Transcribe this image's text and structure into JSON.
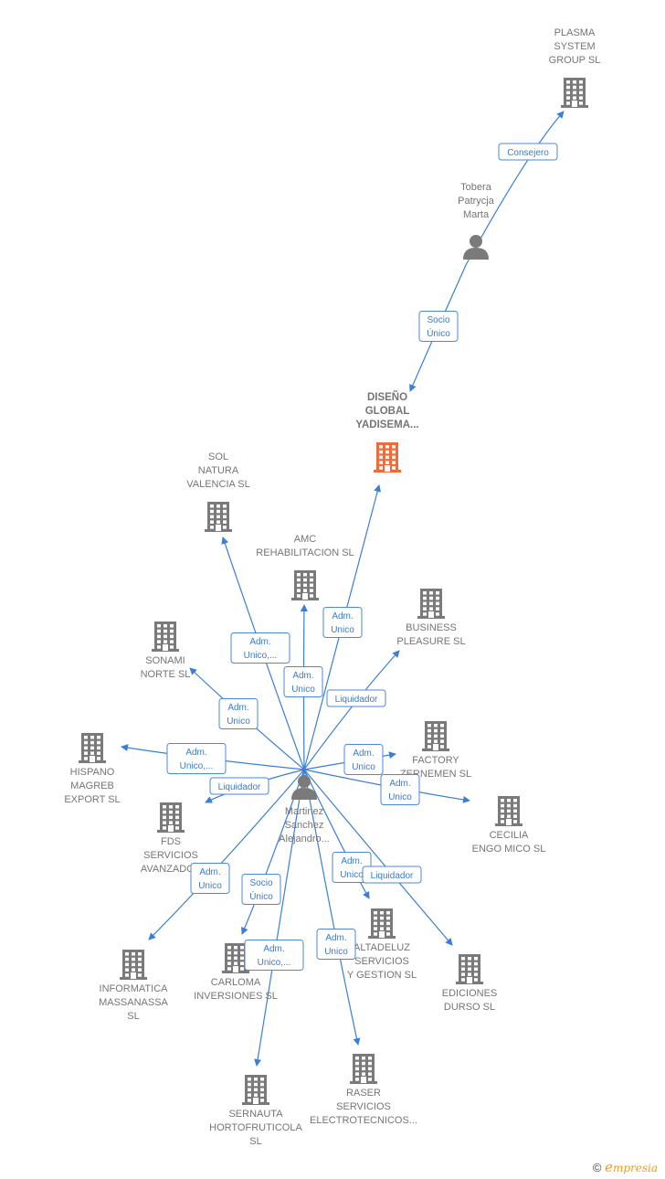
{
  "colors": {
    "edge": "#3a7fd5",
    "building": "#7a7a7a",
    "highlight": "#f26a3a",
    "person": "#7a7a7a"
  },
  "nodes": [
    {
      "id": "plasma",
      "type": "company",
      "lines": [
        "PLASMA",
        "SYSTEM",
        "GROUP SL"
      ]
    },
    {
      "id": "tobera",
      "type": "person",
      "lines": [
        "Tobera",
        "Patrycja",
        "Marta"
      ]
    },
    {
      "id": "diseno",
      "type": "company",
      "main": true,
      "lines": [
        "DISEÑO",
        "GLOBAL",
        "YADISEMA..."
      ]
    },
    {
      "id": "sol",
      "type": "company",
      "lines": [
        "SOL",
        "NATURA",
        "VALENCIA  SL"
      ]
    },
    {
      "id": "amc",
      "type": "company",
      "lines": [
        "AMC",
        "REHABILITACION SL"
      ]
    },
    {
      "id": "business",
      "type": "company",
      "lines": [
        "BUSINESS",
        "PLEASURE SL"
      ]
    },
    {
      "id": "sonami",
      "type": "company",
      "lines": [
        "SONAMI",
        "NORTE  SL"
      ]
    },
    {
      "id": "hispano",
      "type": "company",
      "lines": [
        "HISPANO",
        "MAGREB",
        "EXPORT  SL"
      ]
    },
    {
      "id": "factory",
      "type": "company",
      "lines": [
        "FACTORY",
        "ZERNEMEN  SL"
      ]
    },
    {
      "id": "martinez",
      "type": "person",
      "lines": [
        "Martinez",
        "Sanchez",
        "Alejandro..."
      ]
    },
    {
      "id": "cecilia",
      "type": "company",
      "lines": [
        "CECILIA",
        "ENGO MICO SL"
      ]
    },
    {
      "id": "fds",
      "type": "company",
      "lines": [
        "FDS",
        "SERVICIOS",
        "AVANZADOS"
      ]
    },
    {
      "id": "altadeluz",
      "type": "company",
      "lines": [
        "ALTADELUZ",
        "SERVICIOS",
        "Y GESTION  SL"
      ]
    },
    {
      "id": "informatica",
      "type": "company",
      "lines": [
        "INFORMATICA",
        "MASSANASSA",
        "SL"
      ]
    },
    {
      "id": "carloma",
      "type": "company",
      "lines": [
        "CARLOMA",
        "INVERSIONES SL"
      ]
    },
    {
      "id": "ediciones",
      "type": "company",
      "lines": [
        "EDICIONES",
        "DURSO SL"
      ]
    },
    {
      "id": "sernauta",
      "type": "company",
      "lines": [
        "SERNAUTA",
        "HORTOFRUTICOLA",
        "SL"
      ]
    },
    {
      "id": "raser",
      "type": "company",
      "lines": [
        "RASER",
        "SERVICIOS",
        "ELECTROTECNICOS..."
      ]
    }
  ],
  "edges": [
    {
      "from": "tobera",
      "to": "plasma",
      "label": [
        "Consejero"
      ]
    },
    {
      "from": "tobera",
      "to": "diseno",
      "label": [
        "Socio",
        "Único"
      ]
    },
    {
      "from": "martinez",
      "to": "diseno",
      "label": [
        "Adm.",
        "Unico"
      ]
    },
    {
      "from": "martinez",
      "to": "sol",
      "label": [
        "Adm.",
        "Unico,..."
      ]
    },
    {
      "from": "martinez",
      "to": "amc",
      "label": [
        "Adm.",
        "Unico"
      ]
    },
    {
      "from": "martinez",
      "to": "business",
      "label": [
        "Liquidador"
      ]
    },
    {
      "from": "martinez",
      "to": "sonami",
      "label": [
        "Adm.",
        "Unico"
      ]
    },
    {
      "from": "martinez",
      "to": "hispano",
      "label": [
        "Adm.",
        "Unico,..."
      ]
    },
    {
      "from": "martinez",
      "to": "fds",
      "label": [
        "Liquidador"
      ]
    },
    {
      "from": "martinez",
      "to": "factory",
      "label": [
        "Adm.",
        "Unico"
      ]
    },
    {
      "from": "martinez",
      "to": "cecilia",
      "label": [
        "Adm.",
        "Unico"
      ]
    },
    {
      "from": "martinez",
      "to": "informatica",
      "label": [
        "Adm.",
        "Unico"
      ]
    },
    {
      "from": "martinez",
      "to": "carloma",
      "label": [
        "Socio",
        "Único"
      ]
    },
    {
      "from": "martinez",
      "to": "sernauta",
      "label": [
        "Adm.",
        "Unico,..."
      ]
    },
    {
      "from": "martinez",
      "to": "raser",
      "label": [
        "Adm.",
        "Unico"
      ]
    },
    {
      "from": "martinez",
      "to": "altadeluz",
      "label": [
        "Adm.",
        "Unico"
      ]
    },
    {
      "from": "martinez",
      "to": "ediciones",
      "label": [
        "Liquidador"
      ]
    }
  ],
  "footer": {
    "copyright": "©",
    "brand": "mpresia",
    "brand_initial": "e"
  }
}
